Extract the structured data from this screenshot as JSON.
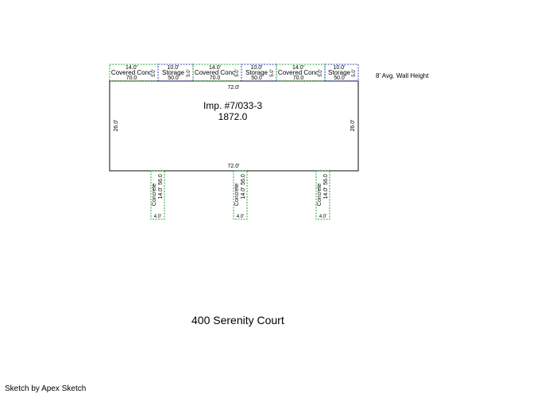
{
  "main_area": {
    "name": "Imp. #7/033-3",
    "area": "1872.0",
    "width_label": "72.0'",
    "depth_label": "26.0'"
  },
  "wall_height_note": "8' Avg. Wall Height",
  "top_sections": [
    {
      "length": "14.0'",
      "name": "Covered Conc",
      "area": "70.0",
      "depth": "5.0'",
      "border_color": "#22a63a"
    },
    {
      "length": "10.0'",
      "name": "Storage",
      "area": "50.0",
      "depth": "5.0'",
      "border_color": "#2c3fb0"
    },
    {
      "length": "14.0'",
      "name": "Covered Conc",
      "area": "70.0",
      "depth": "5.0'",
      "border_color": "#22a63a"
    },
    {
      "length": "10.0'",
      "name": "Storage",
      "area": "50.0",
      "depth": "5.0'",
      "border_color": "#2c3fb0"
    },
    {
      "length": "14.0'",
      "name": "Covered Conc",
      "area": "70.0",
      "depth": "5.0'",
      "border_color": "#22a63a"
    },
    {
      "length": "10.0'",
      "name": "Storage",
      "area": "50.0",
      "depth": "5.0'",
      "border_color": "#2c3fb0"
    }
  ],
  "bottom_sections": [
    {
      "name": "Concrete",
      "area": "56.0",
      "length": "14.0'",
      "width": "4.0'",
      "border_color": "#22a63a"
    },
    {
      "name": "Concrete",
      "area": "56.0",
      "length": "14.0'",
      "width": "4.0'",
      "border_color": "#22a63a"
    },
    {
      "name": "Concrete",
      "area": "56.0",
      "length": "14.0'",
      "width": "4.0'",
      "border_color": "#22a63a"
    }
  ],
  "address": "400 Serenity Court",
  "footer": "Sketch by Apex Sketch"
}
